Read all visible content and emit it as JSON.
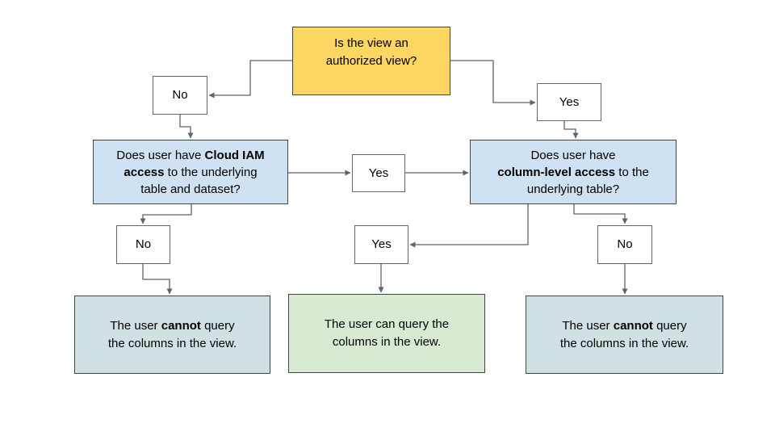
{
  "diagram": {
    "description": "Flowchart: authorized view column access decision",
    "colors": {
      "root_yellow": "#FDD663",
      "question_blue": "#CFE2F3",
      "outcome_green": "#D9EAD3",
      "outcome_gray": "#D0E0E3",
      "small_white": "#FFFFFF",
      "line_gray": "#5f6368"
    },
    "nodes": {
      "root": {
        "text": "Is the view an\nauthorized view?"
      },
      "no1": {
        "text": "No"
      },
      "yes1": {
        "text": "Yes"
      },
      "q_iam": {
        "pre": "Does user have ",
        "bold": "Cloud IAM\naccess",
        "post": " to the underlying\ntable and dataset?"
      },
      "yes_mid": {
        "text": "Yes"
      },
      "q_col": {
        "pre": "Does user have\n",
        "bold": "column-level access",
        "post": " to the\nunderlying table?"
      },
      "no2": {
        "text": "No"
      },
      "yes2": {
        "text": "Yes"
      },
      "no3": {
        "text": "No"
      },
      "out_left": {
        "pre": "The user ",
        "bold": "cannot",
        "post": " query\nthe columns in the view."
      },
      "out_mid": {
        "text": "The user can query the\ncolumns in the view."
      },
      "out_right": {
        "pre": "The user ",
        "bold": "cannot",
        "post": " query\nthe columns in the view."
      }
    }
  }
}
